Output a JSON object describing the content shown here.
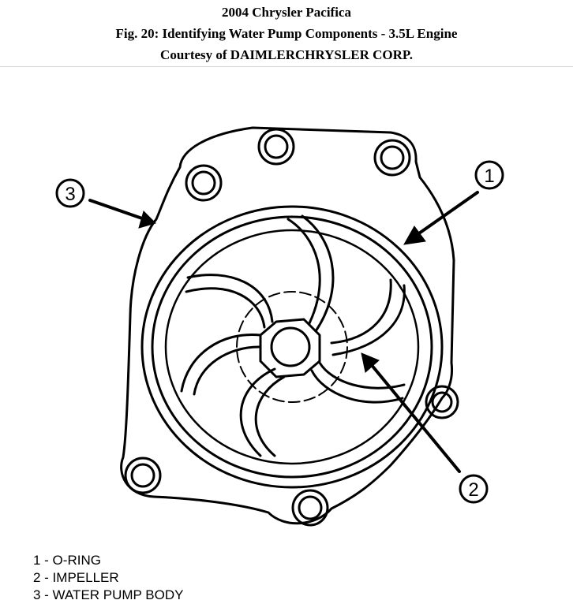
{
  "header": {
    "title": "2004 Chrysler Pacifica",
    "figure_caption": "Fig. 20: Identifying Water Pump Components - 3.5L Engine",
    "courtesy": "Courtesy of DAIMLERCHRYSLER CORP."
  },
  "callouts": [
    {
      "number": "1",
      "label": "O-RING"
    },
    {
      "number": "2",
      "label": "IMPELLER"
    },
    {
      "number": "3",
      "label": "WATER PUMP BODY"
    }
  ],
  "legend": [
    {
      "text": "1 - O-RING"
    },
    {
      "text": "2 - IMPELLER"
    },
    {
      "text": "3 - WATER PUMP BODY"
    }
  ],
  "colors": {
    "ink": "#000000",
    "background": "#ffffff"
  }
}
